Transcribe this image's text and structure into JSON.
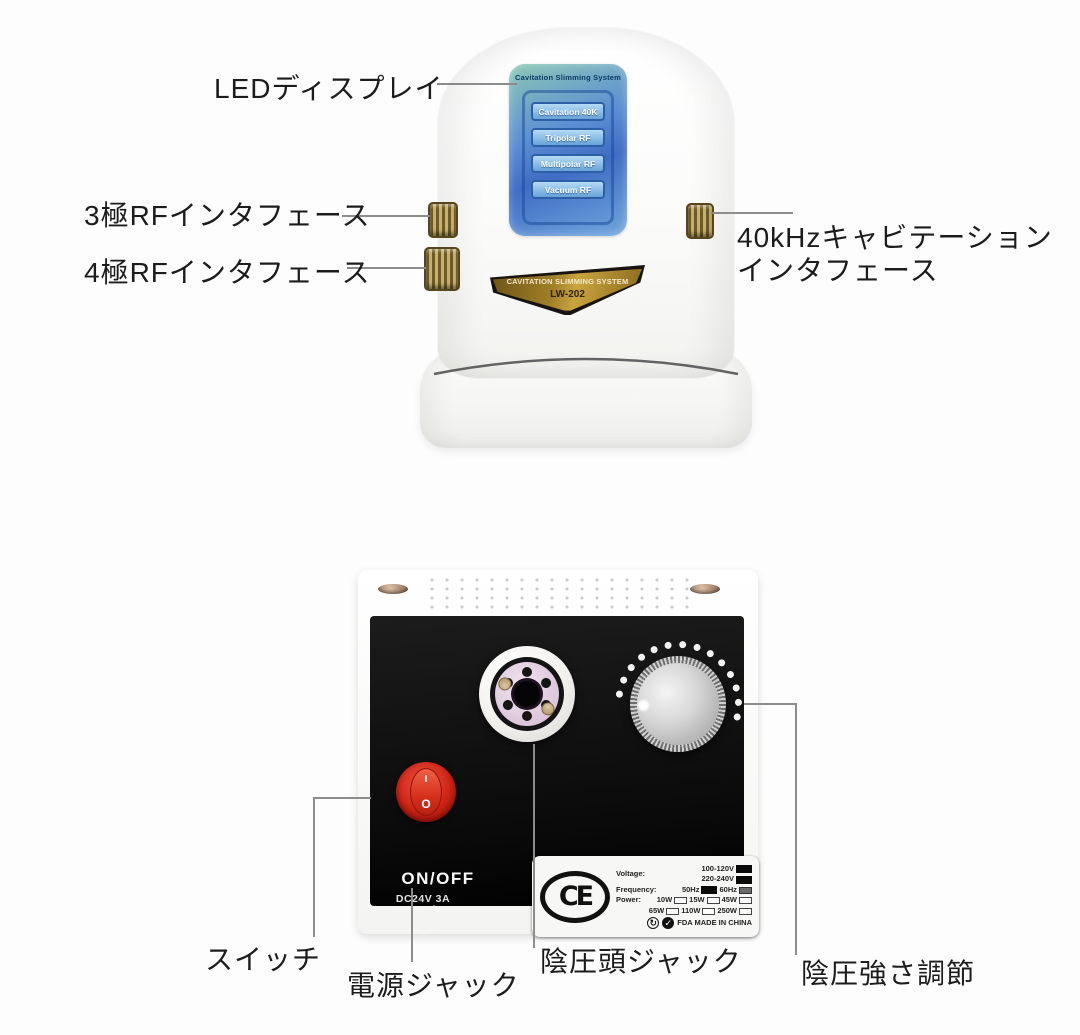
{
  "top_labels": {
    "led": "LEDディスプレイ",
    "rf3": "3極RFインタフェース",
    "rf4": "4極RFインタフェース",
    "cav_line1": "40kHzキャビテーション",
    "cav_line2": "インタフェース"
  },
  "top_device": {
    "screen": {
      "title": "Cavitation Slimming System",
      "buttons": [
        "Cavitation 40K",
        "Tripolar RF",
        "Multipolar RF",
        "Vacuum RF"
      ]
    },
    "badge": {
      "line1": "CAVITATION SLIMMING SYSTEM",
      "line2": "LW-202"
    }
  },
  "bottom_device": {
    "switch": {
      "on_mark": "I",
      "off_mark": "O",
      "label": "ON/OFF",
      "sub_label": "DC24V 3A"
    },
    "sticker": {
      "ce": "CE",
      "voltage_label": "Voltage:",
      "voltage_options": [
        "100-120V",
        "220-240V"
      ],
      "frequency_label": "Frequency:",
      "frequency_options": [
        "50Hz",
        "60Hz"
      ],
      "power_label": "Power:",
      "power_row1": [
        "10W",
        "15W",
        "45W"
      ],
      "power_row2": [
        "65W",
        "110W",
        "250W"
      ],
      "footer": "FDA MADE IN CHINA",
      "recycle_glyph": "↻",
      "check_glyph": "✓"
    }
  },
  "bottom_labels": {
    "switch": "スイッチ",
    "power_jack": "電源ジャック",
    "vacuum_jack": "陰圧頭ジャック",
    "vacuum_adjust": "陰圧強さ調節"
  },
  "colors": {
    "screen_blue": "#4e7fd0",
    "screen_teal": "#8cc9b4",
    "badge_gold": "#a07f28",
    "switch_red": "#d62a1e",
    "panel_black": "#0d0d0d",
    "knob_silver": "#c6c6c6",
    "port_pink": "#e3cfe0",
    "callout_gray": "#8c8c8c"
  }
}
